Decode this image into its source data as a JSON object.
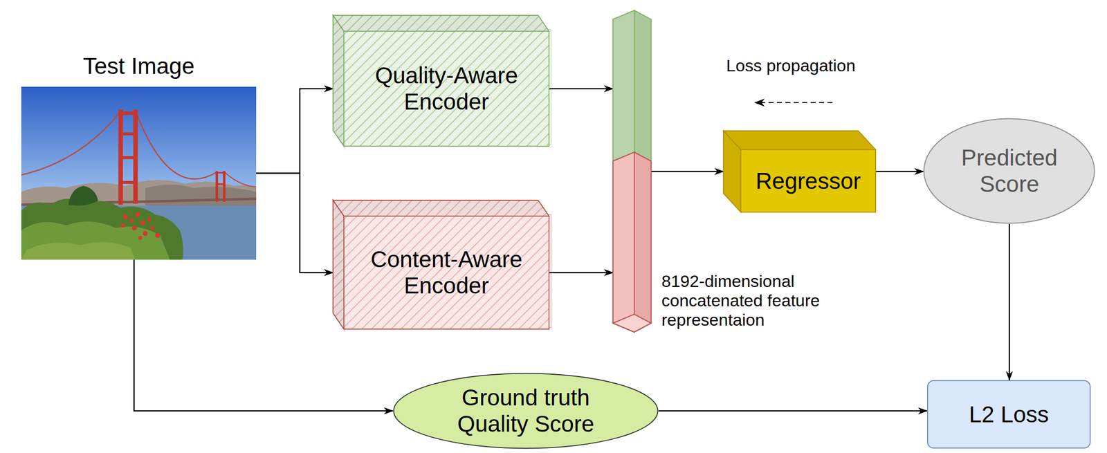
{
  "diagram": {
    "nodes": [
      {
        "text": [
          "Test Image"
        ]
      },
      {
        "text": [
          "Quality-Aware Encoder"
        ]
      },
      {
        "text": [
          "Content-Aware Encoder"
        ]
      },
      {
        "text": [
          "8192-dimensional concatenated feature representaion"
        ]
      },
      {
        "text": [
          "Regressor"
        ]
      },
      {
        "text": [
          "Predicted Score"
        ]
      },
      {
        "text": [
          "Ground truth Quality Score"
        ]
      },
      {
        "text": [
          "L2 Loss"
        ]
      }
    ],
    "edges": [
      {
        "from": 0,
        "to": 1,
        "arrow": "to"
      },
      {
        "from": 0,
        "to": 2,
        "arrow": "to"
      },
      {
        "from": 1,
        "to": 3,
        "arrow": "to"
      },
      {
        "from": 2,
        "to": 3,
        "arrow": "to"
      },
      {
        "from": 3,
        "to": 4,
        "arrow": "to"
      },
      {
        "from": 4,
        "to": 5,
        "arrow": "to"
      },
      {
        "from": 5,
        "to": 7,
        "arrow": "to"
      },
      {
        "from": 0,
        "to": 6,
        "arrow": "to"
      },
      {
        "from": 6,
        "to": 7,
        "arrow": "to"
      }
    ],
    "labels": [
      "Loss propagation"
    ]
  }
}
